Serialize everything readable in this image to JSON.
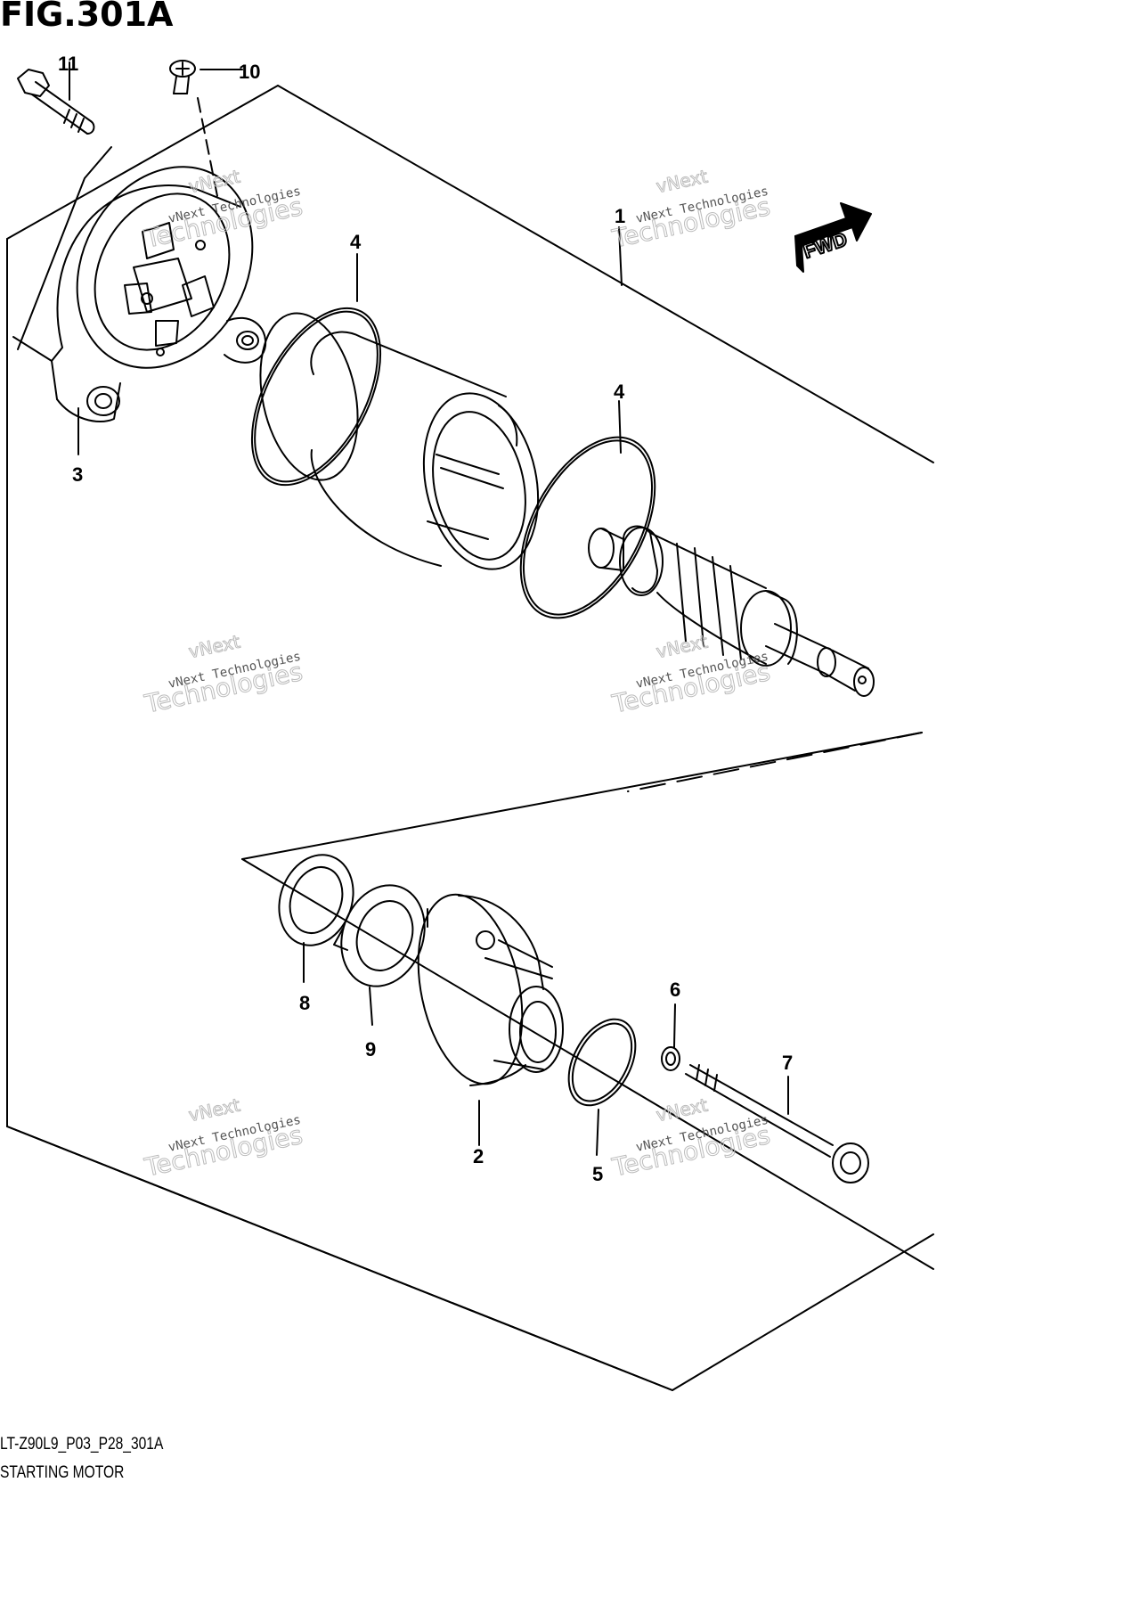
{
  "figure": {
    "title": "FIG.301A",
    "code": "LT-Z90L9_P03_P28_301A",
    "name": "STARTING MOTOR"
  },
  "direction_badge": "FWD",
  "callouts": [
    "1",
    "2",
    "3",
    "4",
    "4",
    "5",
    "6",
    "7",
    "8",
    "9",
    "10",
    "11"
  ],
  "watermark": {
    "line1": "vNext Technologies",
    "line2": "Technologies",
    "line3": "vNext"
  },
  "colors": {
    "ink": "#000000",
    "background": "#ffffff",
    "watermark": "#bbbbbb"
  }
}
